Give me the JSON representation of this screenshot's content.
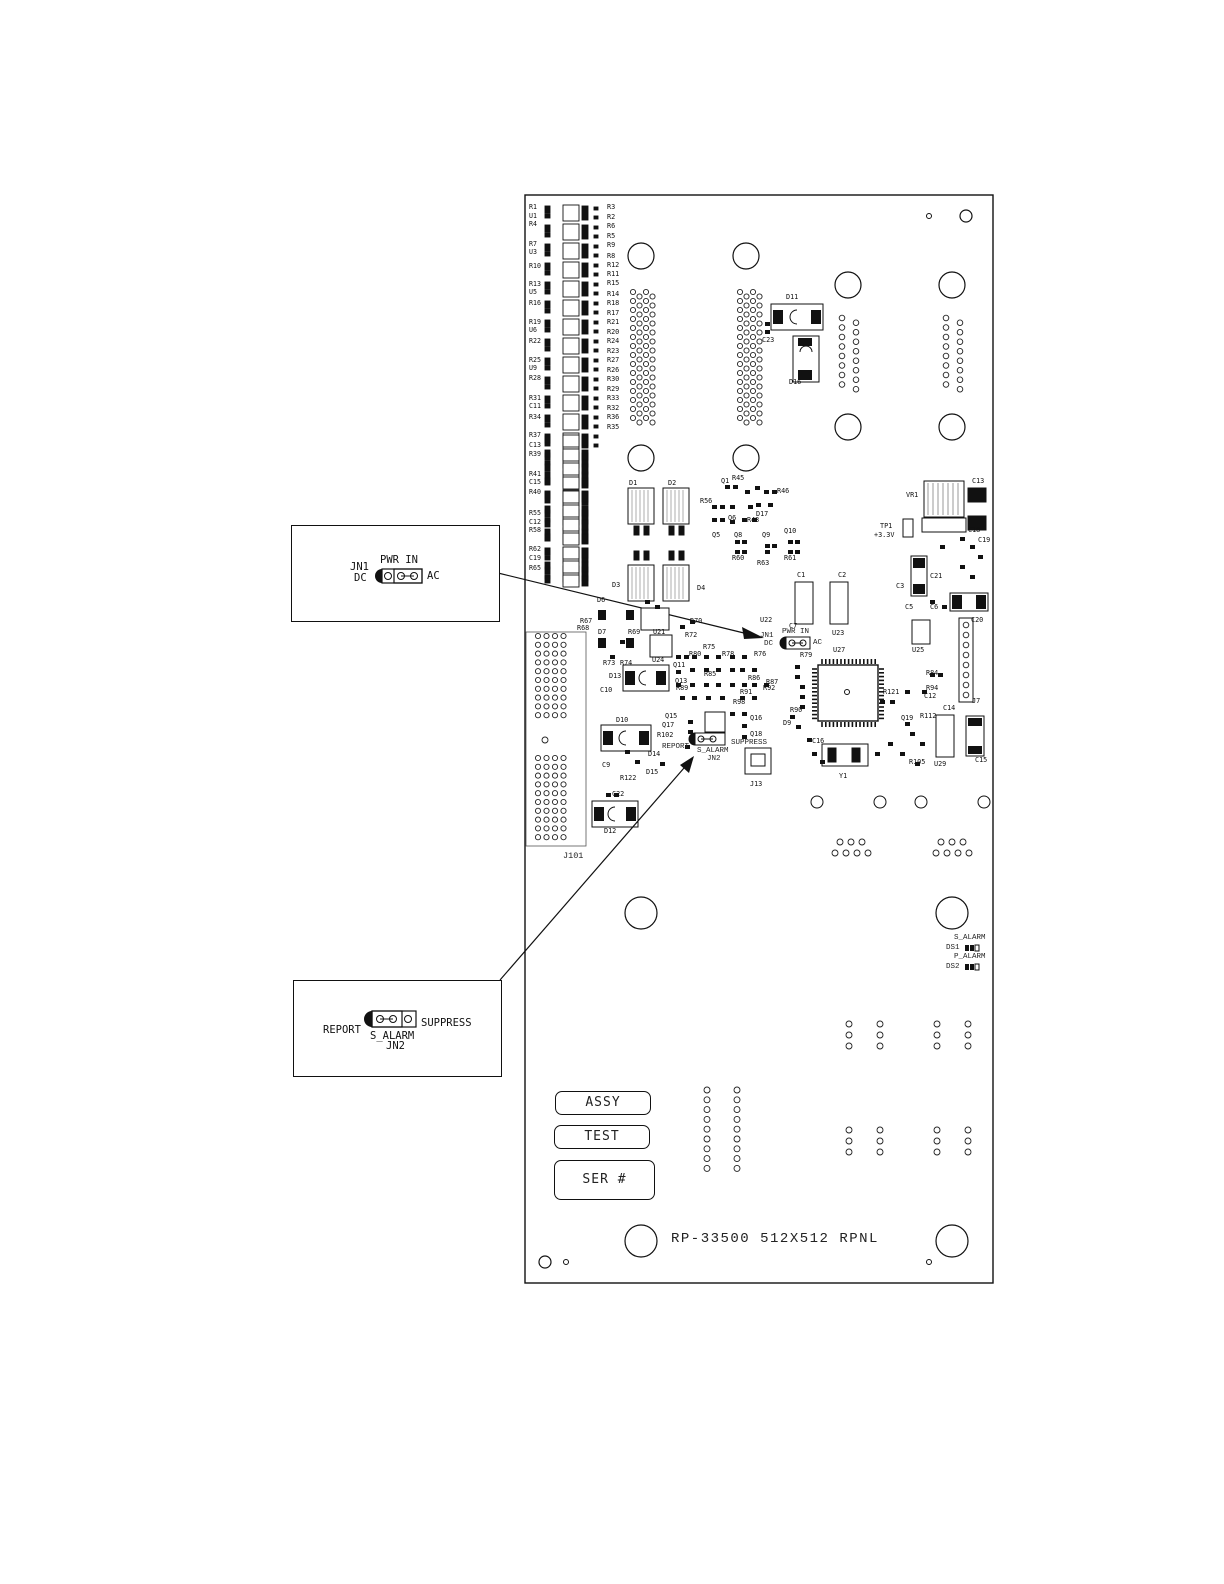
{
  "board": {
    "title": "RP-33500 512X512 RPNL",
    "label_boxes": [
      "ASSY",
      "TEST",
      "SER #"
    ],
    "connector_label": "J101"
  },
  "callouts": {
    "pwr": {
      "jumper": "JN1",
      "heading": "PWR IN",
      "left_option": "DC",
      "right_option": "AC"
    },
    "alarm": {
      "jumper": "JN2",
      "heading": "S_ALARM",
      "left_option": "REPORT",
      "right_option": "SUPPRESS"
    }
  },
  "board_jumpers": {
    "jn1": {
      "name": "JN1",
      "heading": "PWR IN",
      "left": "DC",
      "right": "AC"
    },
    "jn2": {
      "name": "JN2",
      "heading": "S_ALARM",
      "left": "REPORT",
      "right": "SUPPRESS"
    }
  },
  "leds": {
    "s_alarm": {
      "label": "S_ALARM",
      "ref": "DS1"
    },
    "p_alarm": {
      "label": "P_ALARM",
      "ref": "DS2"
    }
  },
  "resistor_column_left": [
    "R1",
    "U1",
    "R4",
    "R7",
    "U3",
    "R10",
    "R13",
    "U5",
    "R16",
    "R19",
    "U6",
    "R22",
    "R25",
    "U9",
    "R28",
    "R31",
    "C11",
    "R34",
    "R37",
    "C13",
    "R39",
    "R41",
    "C15",
    "R40",
    "R55",
    "C12",
    "R58",
    "R62",
    "C19",
    "R65"
  ],
  "resistor_column_right": [
    "R3",
    "R2",
    "R6",
    "R5",
    "R9",
    "R8",
    "R12",
    "R11",
    "R15",
    "R14",
    "R18",
    "R17",
    "R21",
    "R20",
    "R24",
    "R23",
    "R27",
    "R26",
    "R30",
    "R29",
    "R33",
    "R32",
    "R36",
    "R35"
  ],
  "components": [
    "D1",
    "D2",
    "D3",
    "D4",
    "D6",
    "D7",
    "D9",
    "D10",
    "D11",
    "D12",
    "D13",
    "D14",
    "D15",
    "D16",
    "D17",
    "C1",
    "C2",
    "C3",
    "C5",
    "C6",
    "C7",
    "C9",
    "C10",
    "C12",
    "C13",
    "C14",
    "C15",
    "C16",
    "C18",
    "C19",
    "C20",
    "C21",
    "C22",
    "C23",
    "U21",
    "U22",
    "U23",
    "U24",
    "U25",
    "U27",
    "U29",
    "VR1",
    "TP1",
    "+3.3V",
    "Q1",
    "Q5",
    "Q6",
    "Q8",
    "Q9",
    "Q10",
    "Q11",
    "Q13",
    "Q15",
    "Q16",
    "Q17",
    "Q18",
    "Q19",
    "R43",
    "R45",
    "R46",
    "R56",
    "R60",
    "R61",
    "R63",
    "R67",
    "R68",
    "R69",
    "R70",
    "R72",
    "R73",
    "R74",
    "R75",
    "R76",
    "R78",
    "R79",
    "R80",
    "R84",
    "R85",
    "R86",
    "R87",
    "R89",
    "R90",
    "R91",
    "R92",
    "R94",
    "R98",
    "R102",
    "R105",
    "R112",
    "R121",
    "R122",
    "J7",
    "J13",
    "Y1"
  ]
}
